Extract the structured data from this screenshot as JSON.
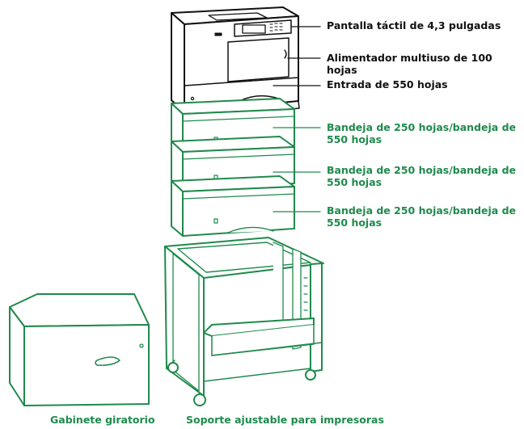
{
  "colors": {
    "line_green": "#1f8a4c",
    "printer_stroke": "#111111",
    "label_black": "#111111",
    "label_green": "#1f8a4c"
  },
  "labels": {
    "touch_screen": "Pantalla táctil de 4,3 pulgadas",
    "multipurpose_feeder": "Alimentador multiuso de 100 hojas",
    "input_tray": "Entrada de 550 hojas",
    "tray_1": "Bandeja de 250 hojas/bandeja de 550 hojas",
    "tray_2": "Bandeja de 250 hojas/bandeja de 550 hojas",
    "tray_3": "Bandeja de 250 hojas/bandeja de 550 hojas"
  },
  "captions": {
    "swivel_cabinet": "Gabinete giratorio",
    "printer_stand": "Soporte ajustable para impresoras"
  }
}
